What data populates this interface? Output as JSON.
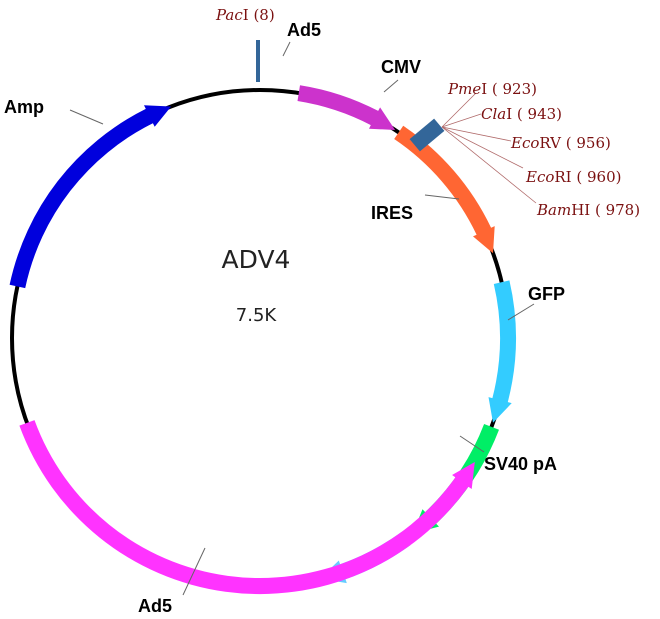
{
  "plasmid": {
    "name": "ADV4",
    "size": "7.5K"
  },
  "features": [
    {
      "id": "ad5-left",
      "label": "Ad5",
      "color": "#cc33cc",
      "start_deg": 9,
      "end_deg": 33,
      "direction": "cw"
    },
    {
      "id": "cmv",
      "label": "CMV",
      "color": "#ff6633",
      "start_deg": 34,
      "end_deg": 70,
      "direction": "cw"
    },
    {
      "id": "ires",
      "label": "IRES",
      "color": "#33ccff",
      "start_deg": 77,
      "end_deg": 110,
      "direction": "cw"
    },
    {
      "id": "gfp",
      "label": "GFP",
      "color": "#00ee66",
      "start_deg": 111,
      "end_deg": 142,
      "direction": "cw"
    },
    {
      "id": "sv40",
      "label": "SV40 pA",
      "color": "#66ccff",
      "start_deg": 144,
      "end_deg": 166,
      "direction": "cw"
    },
    {
      "id": "ad5-right",
      "label": "Ad5",
      "color": "#ff33ff",
      "start_deg": 250,
      "end_deg": 120,
      "direction": "ccw"
    },
    {
      "id": "amp",
      "label": "Amp",
      "color": "#0000dd",
      "start_deg": 282,
      "end_deg": 339,
      "direction": "cw"
    }
  ],
  "sites": [
    {
      "id": "paci",
      "italic": "Pac",
      "rest": "I (8)"
    },
    {
      "id": "pmei",
      "italic": "Pme",
      "rest": "I (  923)"
    },
    {
      "id": "clai",
      "italic": "Cla",
      "rest": "I (  943)"
    },
    {
      "id": "ecorv",
      "italic": "Eco",
      "rest": "RV (  956)"
    },
    {
      "id": "ecori",
      "italic": "Eco",
      "rest": "RI (  960)"
    },
    {
      "id": "bamhi",
      "italic": "Bam",
      "rest": "HI (  978)"
    }
  ],
  "colors": {
    "backbone": "#000000",
    "mcs_block": "#336699",
    "paci_tick": "#336699"
  }
}
